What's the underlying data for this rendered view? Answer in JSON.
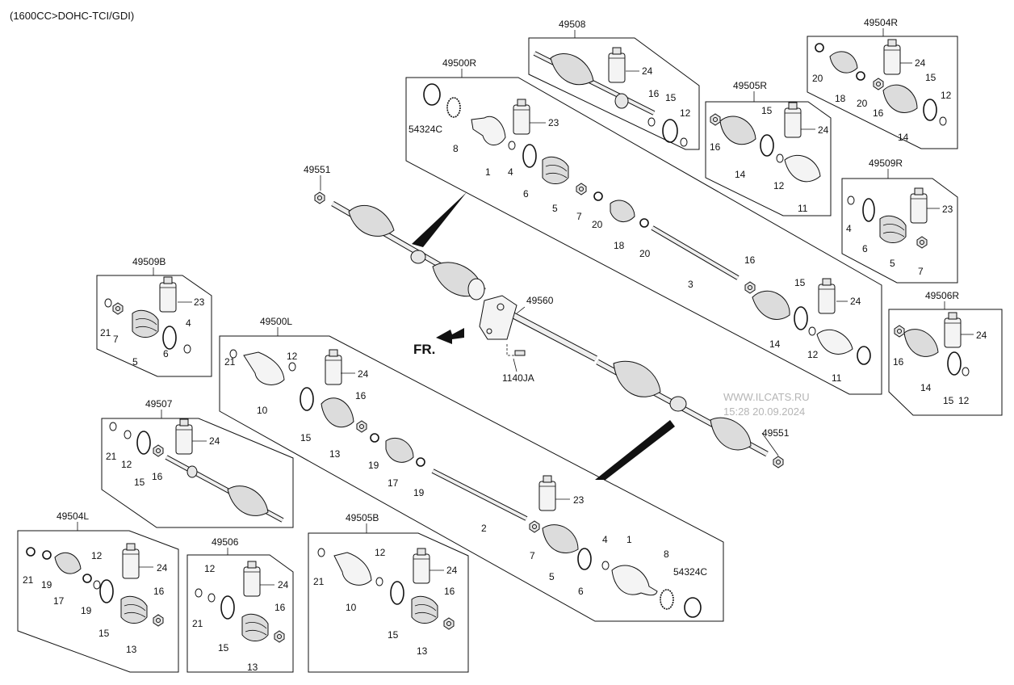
{
  "header": {
    "engine": "(1600CC>DOHC-TCI/GDI)"
  },
  "watermark": {
    "site": "WWW.ILCATS.RU",
    "datetime": "15:28 20.09.2024"
  },
  "front_indicator": "FR.",
  "groups": {
    "g49508": "49508",
    "g49500R": "49500R",
    "g49504R": "49504R",
    "g49505R": "49505R",
    "g49509R": "49509R",
    "g49506R": "49506R",
    "g49551a": "49551",
    "g49551b": "49551",
    "g49560": "49560",
    "g1140JA": "1140JA",
    "g49509B": "49509B",
    "g49500L": "49500L",
    "g49507": "49507",
    "g49504L": "49504L",
    "g49506": "49506",
    "g49505B": "49505B"
  },
  "labels": {
    "p508_24": "24",
    "p508_16": "16",
    "p508_15": "15",
    "p508_12": "12",
    "p500R_54324C": "54324C",
    "p500R_8": "8",
    "p500R_1": "1",
    "p500R_23": "23",
    "p500R_4": "4",
    "p500R_6": "6",
    "p500R_5": "5",
    "p500R_7": "7",
    "p500R_20a": "20",
    "p500R_18": "18",
    "p500R_20b": "20",
    "p500R_16": "16",
    "p500R_3": "3",
    "p500R_15": "15",
    "p500R_24": "24",
    "p500R_14": "14",
    "p500R_12": "12",
    "p500R_11": "11",
    "p504R_20a": "20",
    "p504R_24": "24",
    "p504R_18": "18",
    "p504R_20b": "20",
    "p504R_15": "15",
    "p504R_12": "12",
    "p504R_16": "16",
    "p504R_14": "14",
    "p505R_15": "15",
    "p505R_24": "24",
    "p505R_16": "16",
    "p505R_14": "14",
    "p505R_12": "12",
    "p505R_11": "11",
    "p509R_23": "23",
    "p509R_4": "4",
    "p509R_6": "6",
    "p509R_5": "5",
    "p509R_7": "7",
    "p506R_24": "24",
    "p506R_16": "16",
    "p506R_14": "14",
    "p506R_15": "15",
    "p506R_12": "12",
    "p509B_23": "23",
    "p509B_21": "21",
    "p509B_7": "7",
    "p509B_4": "4",
    "p509B_5": "5",
    "p509B_6": "6",
    "p500L_12": "12",
    "p500L_21": "21",
    "p500L_24": "24",
    "p500L_10": "10",
    "p500L_16": "16",
    "p500L_15": "15",
    "p500L_13": "13",
    "p500L_19a": "19",
    "p500L_17": "17",
    "p500L_19b": "19",
    "p500L_23": "23",
    "p500L_2": "2",
    "p500L_7": "7",
    "p500L_4": "4",
    "p500L_1": "1",
    "p500L_5": "5",
    "p500L_6": "6",
    "p500L_8": "8",
    "p500L_54324C": "54324C",
    "p507_24": "24",
    "p507_21": "21",
    "p507_12": "12",
    "p507_15": "15",
    "p507_16": "16",
    "p504L_12": "12",
    "p504L_24": "24",
    "p504L_21": "21",
    "p504L_19a": "19",
    "p504L_17": "17",
    "p504L_19b": "19",
    "p504L_16": "16",
    "p504L_15": "15",
    "p504L_13": "13",
    "p506_12": "12",
    "p506_24": "24",
    "p506_21": "21",
    "p506_16": "16",
    "p506_15": "15",
    "p506_13": "13",
    "p505B_12": "12",
    "p505B_24": "24",
    "p505B_21": "21",
    "p505B_10": "10",
    "p505B_16": "16",
    "p505B_15": "15",
    "p505B_13": "13"
  }
}
